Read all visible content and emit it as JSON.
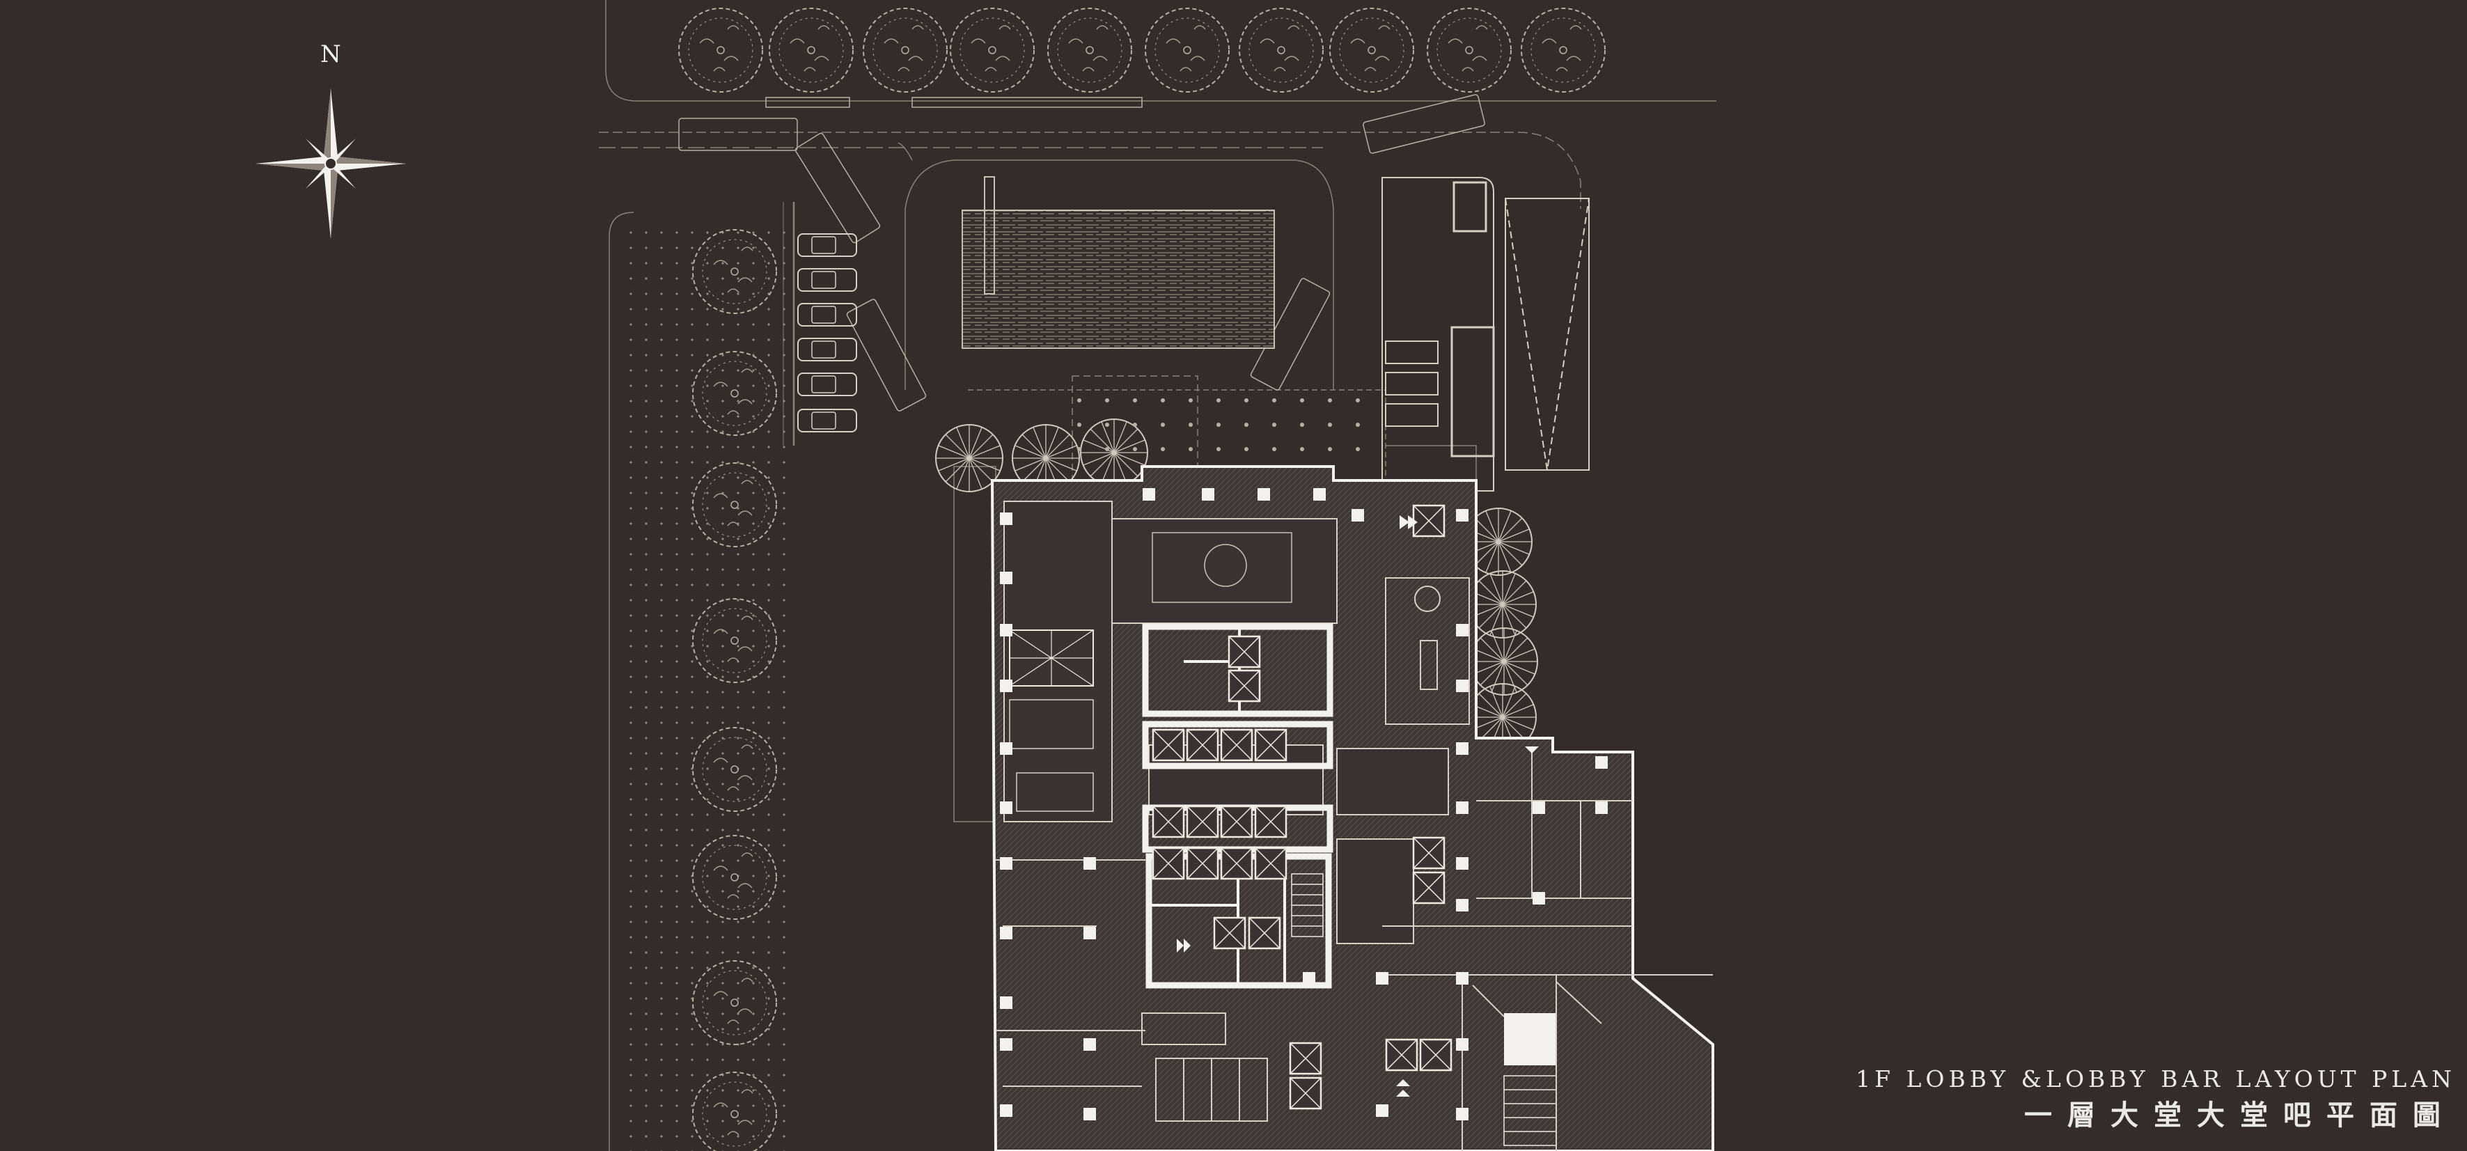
{
  "compass": {
    "letter": "N",
    "icon": "north-arrow-icon"
  },
  "title": {
    "english": "1F LOBBY &LOBBY BAR LAYOUT PLAN",
    "chinese": "一層大堂大堂吧平面圖"
  },
  "colors": {
    "background": "#342c29",
    "line": "#c9c1b8",
    "bright": "#f4f1ec",
    "fill_dark": "#3d3532",
    "fill_hatch": "#4a423e"
  },
  "icons": [
    "north-arrow-icon",
    "tree-icon",
    "car-icon",
    "elevator-icon",
    "stair-icon",
    "column-icon"
  ]
}
